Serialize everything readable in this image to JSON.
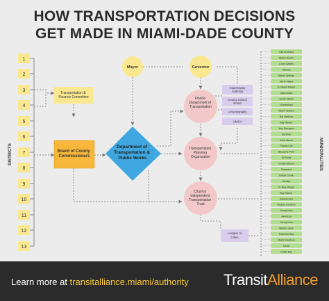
{
  "header": {
    "title_line1": "HOW TRANSPORTATION DECISIONS",
    "title_line2": "GET MADE IN MIAMI-DADE COUNTY"
  },
  "districts": {
    "axis_label": "DISTRICTS",
    "items": [
      "1",
      "2",
      "3",
      "4",
      "5",
      "6",
      "7",
      "8",
      "9",
      "10",
      "11",
      "12",
      "13"
    ]
  },
  "municipalities": {
    "axis_label": "MUNICIPALITIES",
    "items": [
      "City of Miami",
      "Miami Beach",
      "Coral Gables",
      "Hialeah",
      "Miami Springs",
      "North Miami",
      "N. Miami Beach",
      "Opa-Locka",
      "South Miami",
      "Homestead",
      "Miami Shores",
      "Bal Harbour",
      "Bay Harbor",
      "Key Biscayne",
      "Surfside",
      "West Miami",
      "Florida City",
      "Biscayne Park",
      "El Portal",
      "Golden Beach",
      "Pinecrest",
      "Indian Creek",
      "Medley",
      "N. Bay Village",
      "Bay Harbor",
      "Sweetwater",
      "Virginia Gardens",
      "Sunny Isles",
      "Aventura",
      "Sunny Isles",
      "Miami Lakes",
      "Palmetto Bay",
      "Miami Gardens",
      "Doral",
      "Cutler Bay"
    ]
  },
  "nodes": {
    "mayor": "Mayor",
    "governor": "Governor",
    "tfc": "Transportation & Finance Committee",
    "bcc": "Board of County Commissioners",
    "dtpw": "Department of Transportation & Public Works",
    "fdot": "Florida Department of Transportation",
    "tpo": "Transportation Planning Organization",
    "citt": "Citizens Independent Transportation Trust",
    "expressway": "Expressway Authority",
    "school_board": "County School Board",
    "a_municipality": "A Municipality",
    "umsa": "UMSA",
    "league": "League of Cities"
  },
  "footer": {
    "learn_prefix": "Learn more at ",
    "learn_link": "transitalliance.miami/authority",
    "brand_main": "Transit",
    "brand_accent": "Alliance"
  },
  "colors": {
    "yellow": "#f9e88f",
    "orange": "#f7b73a",
    "blue": "#3fa6e0",
    "pink": "#f2c8c9",
    "lavender": "#d9cdee",
    "green": "#b2dc8f",
    "footer": "#2b2b2b",
    "accent": "#f29d2b"
  }
}
